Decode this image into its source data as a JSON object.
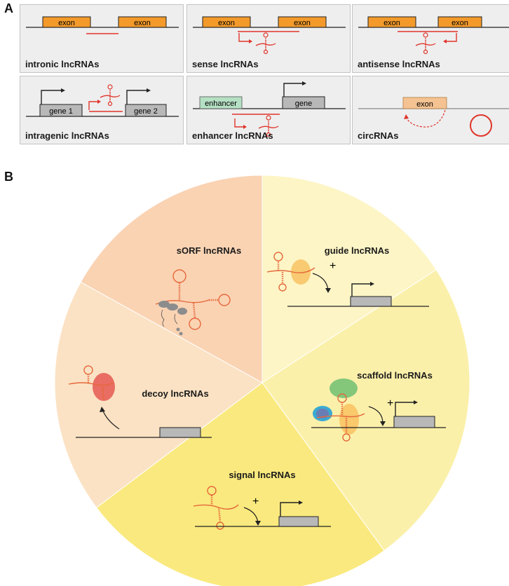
{
  "panel_a": {
    "letter": "A",
    "boxes": [
      {
        "label": "intronic lncRNAs",
        "text1": "exon",
        "text2": "exon"
      },
      {
        "label": "sense lncRNAs",
        "text1": "exon",
        "text2": "exon"
      },
      {
        "label": "antisense lncRNAs",
        "text1": "exon",
        "text2": "exon"
      },
      {
        "label": "intragenic lncRNAs",
        "text1": "gene 1",
        "text2": "gene 2"
      },
      {
        "label": "enhancer lncRNAs",
        "text1": "enhancer",
        "text2": "gene"
      },
      {
        "label": "circRNAs",
        "text1": "exon"
      }
    ]
  },
  "panel_b": {
    "letter": "B",
    "slices": [
      {
        "label": "sORF lncRNAs"
      },
      {
        "label": "guide lncRNAs",
        "sign": "+"
      },
      {
        "label": "scaffold lncRNAs",
        "sign": "+"
      },
      {
        "label": "signal lncRNAs",
        "sign": "+"
      },
      {
        "label": "decoy lncRNAs"
      }
    ]
  },
  "colors": {
    "exon": "#f39a2b",
    "rna": "#e0352b",
    "gene": "#b8b8b8",
    "enhancer": "#b5e0c3",
    "circ_exon": "#f5c391",
    "slice_sorf": "#fad3b3",
    "slice_guide": "#fdf5c6",
    "slice_scaffold": "#fbf0aa",
    "slice_signal": "#fae97e",
    "slice_decoy": "#fbe2c4"
  }
}
